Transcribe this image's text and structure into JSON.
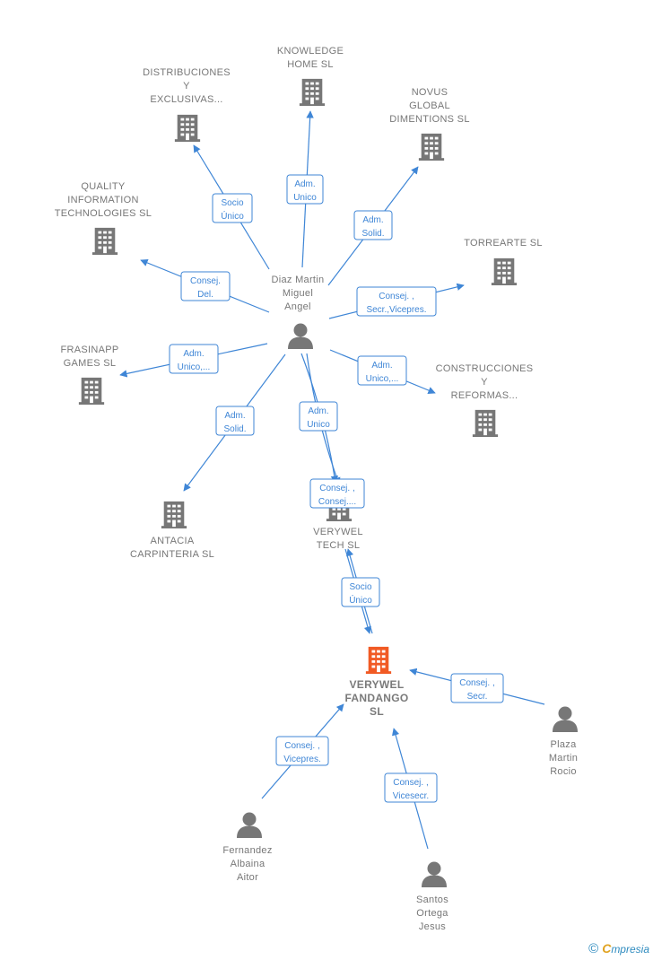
{
  "colors": {
    "company": "#777777",
    "main_company": "#f15a24",
    "person": "#777777",
    "edge": "#3f86d6"
  },
  "nodes": [
    {
      "id": "verywel_fandango",
      "type": "company",
      "main": true,
      "label": [
        "VERYWEL",
        "FANDANGO",
        "SL"
      ],
      "icon": "building-icon"
    },
    {
      "id": "verywel_tech",
      "type": "company",
      "label": [
        "VERYWEL",
        "TECH SL"
      ],
      "icon": "building-icon"
    },
    {
      "id": "diaz_martin",
      "type": "person",
      "label": [
        "Diaz Martin",
        "Miguel",
        "Angel"
      ],
      "icon": "person-icon"
    },
    {
      "id": "distribuciones",
      "type": "company",
      "label": [
        "DISTRIBUCIONES",
        "Y",
        "EXCLUSIVAS..."
      ],
      "icon": "building-icon"
    },
    {
      "id": "knowledge",
      "type": "company",
      "label": [
        "KNOWLEDGE",
        "HOME SL"
      ],
      "icon": "building-icon"
    },
    {
      "id": "novus",
      "type": "company",
      "label": [
        "NOVUS",
        "GLOBAL",
        "DIMENTIONS SL"
      ],
      "icon": "building-icon"
    },
    {
      "id": "quality",
      "type": "company",
      "label": [
        "QUALITY",
        "INFORMATION",
        "TECHNOLOGIES SL"
      ],
      "icon": "building-icon"
    },
    {
      "id": "torrearte",
      "type": "company",
      "label": [
        "TORREARTE SL"
      ],
      "icon": "building-icon"
    },
    {
      "id": "frasinapp",
      "type": "company",
      "label": [
        "FRASINAPP",
        "GAMES SL"
      ],
      "icon": "building-icon"
    },
    {
      "id": "construcciones",
      "type": "company",
      "label": [
        "CONSTRUCCIONES",
        "Y",
        "REFORMAS..."
      ],
      "icon": "building-icon"
    },
    {
      "id": "antacia",
      "type": "company",
      "label": [
        "ANTACIA",
        "CARPINTERIA SL"
      ],
      "icon": "building-icon"
    },
    {
      "id": "plaza_martin",
      "type": "person",
      "label": [
        "Plaza",
        "Martin",
        "Rocio"
      ],
      "icon": "person-icon"
    },
    {
      "id": "fernandez",
      "type": "person",
      "label": [
        "Fernandez",
        "Albaina",
        "Aitor"
      ],
      "icon": "person-icon"
    },
    {
      "id": "santos",
      "type": "person",
      "label": [
        "Santos",
        "Ortega",
        "Jesus"
      ],
      "icon": "person-icon"
    }
  ],
  "edges": [
    {
      "from": "diaz_martin",
      "to": "distribuciones",
      "label": [
        "Socio",
        "Único"
      ]
    },
    {
      "from": "diaz_martin",
      "to": "knowledge",
      "label": [
        "Adm.",
        "Unico"
      ]
    },
    {
      "from": "diaz_martin",
      "to": "novus",
      "label": [
        "Adm.",
        "Solid."
      ]
    },
    {
      "from": "diaz_martin",
      "to": "quality",
      "label": [
        "Consej.",
        "Del."
      ]
    },
    {
      "from": "diaz_martin",
      "to": "torrearte",
      "label": [
        "Consej. ,",
        "Secr.,Vicepres."
      ]
    },
    {
      "from": "diaz_martin",
      "to": "frasinapp",
      "label": [
        "Adm.",
        "Unico,..."
      ]
    },
    {
      "from": "diaz_martin",
      "to": "construcciones",
      "label": [
        "Adm.",
        "Unico,..."
      ]
    },
    {
      "from": "diaz_martin",
      "to": "antacia",
      "label": [
        "Adm.",
        "Solid."
      ]
    },
    {
      "from": "diaz_martin",
      "to": "verywel_tech",
      "label": [
        "Adm.",
        "Unico"
      ]
    },
    {
      "from": "diaz_martin",
      "to": "verywel_tech",
      "label": [
        "Consej. ,",
        "Consej...."
      ]
    },
    {
      "from": "verywel_tech",
      "to": "verywel_fandango",
      "label": [
        "Socio",
        "Único"
      ]
    },
    {
      "from": "plaza_martin",
      "to": "verywel_fandango",
      "label": [
        "Consej. ,",
        "Secr."
      ]
    },
    {
      "from": "fernandez",
      "to": "verywel_fandango",
      "label": [
        "Consej. ,",
        "Vicepres."
      ]
    },
    {
      "from": "santos",
      "to": "verywel_fandango",
      "label": [
        "Consej. ,",
        "Vicesecr."
      ]
    }
  ],
  "footer": {
    "copyright": "©",
    "brand_first": "C",
    "brand_rest": "mpresia"
  }
}
